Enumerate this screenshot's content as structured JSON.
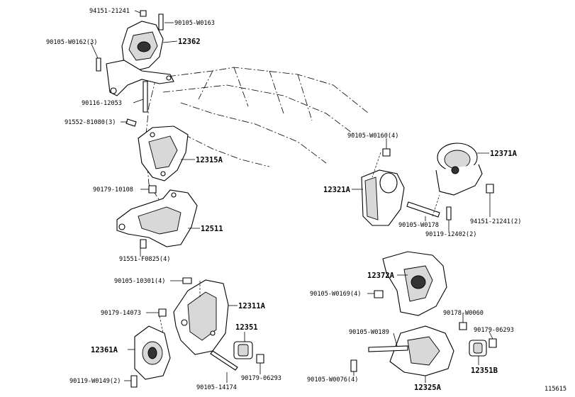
{
  "diagram_id": "115615",
  "labels": {
    "p94151_top": "94151-21241",
    "p90105_w0163": "90105-W0163",
    "p90105_w0162": "90105-W0162(3)",
    "p12362": "12362",
    "p90116": "90116-12053",
    "p91552": "91552-81080(3)",
    "p12315a": "12315A",
    "p90179_10108": "90179-10108",
    "p12511": "12511",
    "p91551": "91551-F0825(4)",
    "p90105_w0160": "90105-W0160(4)",
    "p12371a": "12371A",
    "p12321a": "12321A",
    "p90105_w0178": "90105-W0178",
    "p90119_12402": "90119-12402(2)",
    "p94151_side": "94151-21241(2)",
    "p12372a": "12372A",
    "p90105_w0169": "90105-W0169(4)",
    "p90178_w0060": "90178-W0060",
    "p90105_w0189": "90105-W0189",
    "p90179_06293_r": "90179-06293",
    "p12351b": "12351B",
    "p90105_w0076": "90105-W0076(4)",
    "p12325a": "12325A",
    "p90105_10301": "90105-10301(4)",
    "p12311a": "12311A",
    "p90179_14073": "90179-14073",
    "p12351": "12351",
    "p12361a": "12361A",
    "p90119_w0149": "90119-W0149(2)",
    "p90179_06293_l": "90179-06293",
    "p90105_14174": "90105-14174"
  }
}
